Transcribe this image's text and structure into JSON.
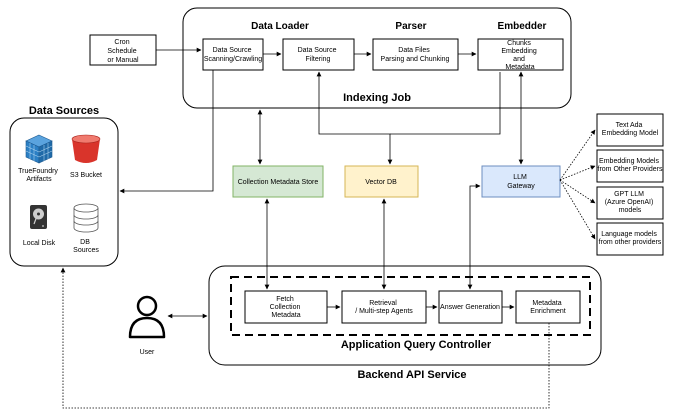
{
  "cron": {
    "lines": [
      "Cron",
      "Schedule",
      "or Manual"
    ]
  },
  "indexing_job": {
    "title": "Indexing Job",
    "headers": {
      "data_loader": "Data Loader",
      "parser": "Parser",
      "embedder": "Embedder"
    },
    "scanning": [
      "Data Source",
      "Scanning/Crawling"
    ],
    "filtering": [
      "Data Source",
      "Filtering"
    ],
    "parsing": [
      "Data Files",
      "Parsing and Chunking"
    ],
    "embedding": [
      "Chunks",
      "Embedding",
      "and",
      "Metadata"
    ]
  },
  "data_sources": {
    "title": "Data Sources",
    "truefoundry": [
      "TrueFoundry",
      "Artifacts"
    ],
    "s3": "S3 Bucket",
    "local_disk": "Local Disk",
    "db_sources": [
      "DB",
      "Sources"
    ]
  },
  "collection_metadata_store": "Collection Metadata Store",
  "vector_db": "Vector DB",
  "llm_gateway": [
    "LLM",
    "Gateway"
  ],
  "providers": [
    [
      "Text Ada",
      "Embedding Model"
    ],
    [
      "Embedding Models",
      "from Other Providers"
    ],
    [
      "GPT LLM",
      "(Azure OpenAI)",
      "models"
    ],
    [
      "Language models",
      "from other providers"
    ]
  ],
  "user": "User",
  "query_controller": {
    "title": "Application Query Controller",
    "fetch": [
      "Fetch",
      "Collection",
      "Metadata"
    ],
    "retrieval": [
      "Retrieval",
      "/ Multi-step Agents"
    ],
    "answer": "Answer Generation",
    "enrichment": [
      "Metadata",
      "Enrichment"
    ]
  },
  "backend_service": "Backend API Service",
  "colors": {
    "collection_fill": "#d5e8d4",
    "collection_stroke": "#82b366",
    "vector_fill": "#fff2cc",
    "vector_stroke": "#d6b656",
    "gateway_fill": "#dae8fc",
    "gateway_stroke": "#6c8ebf",
    "db_blue": "#2b7fc4",
    "s3_red": "#d9342b"
  }
}
